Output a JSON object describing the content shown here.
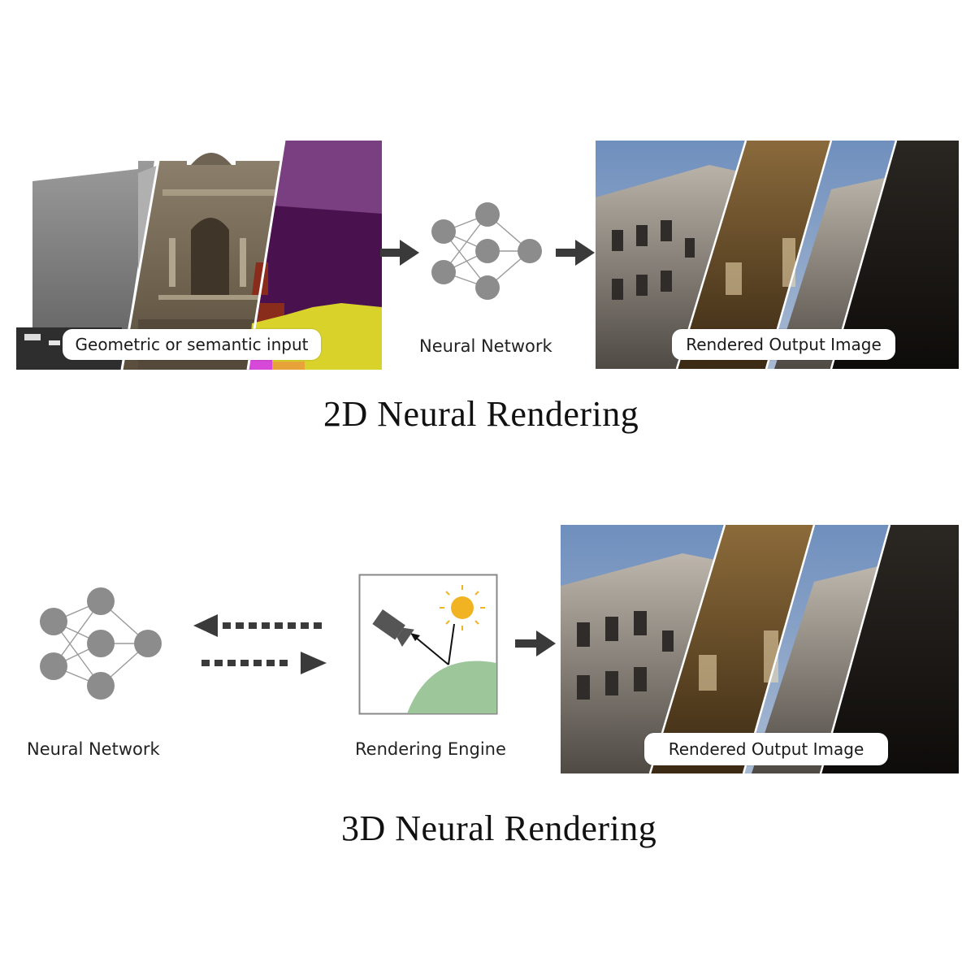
{
  "top": {
    "input_label": "Geometric or semantic input",
    "network_label": "Neural Network",
    "output_label": "Rendered Output Image",
    "title": "2D  Neural  Rendering"
  },
  "bottom": {
    "network_label": "Neural Network",
    "engine_label": "Rendering Engine",
    "output_label": "Rendered Output Image",
    "title": "3D Neural Rendering"
  },
  "colors": {
    "node": "#8c8c8c",
    "arrow": "#3a3a3a",
    "segmentation_purple": "#4a114f",
    "segmentation_light_purple": "#7a3f80",
    "segmentation_yellow": "#d8d22a",
    "sun": "#f2b322",
    "ground": "#9dc79a",
    "sky": "#7e9cc4",
    "night": "#151515"
  },
  "icons": [
    "neural-network-icon",
    "camera-icon",
    "sun-icon",
    "ground-icon"
  ]
}
